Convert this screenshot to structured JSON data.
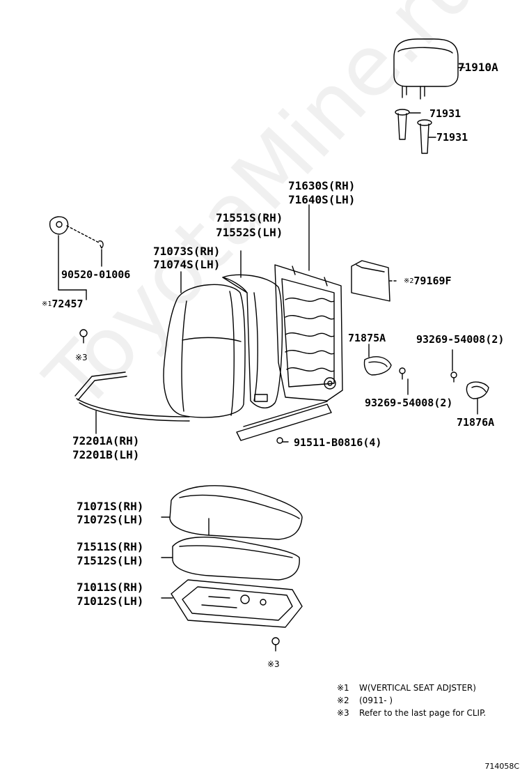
{
  "watermark": "ToyotaMine.ru",
  "part_labels": {
    "headrest": "71910A",
    "headrest_support_1": "71931",
    "headrest_support_2": "71931",
    "frame_rh": "71630S(RH)",
    "frame_lh": "71640S(LH)",
    "back_pad_rh": "71551S(RH)",
    "back_pad_lh": "71552S(LH)",
    "back_cover_rh": "71073S(RH)",
    "back_cover_lh": "71074S(LH)",
    "knob_bolt": "90520-01006",
    "knob": "72457",
    "board": "79169F",
    "shield_rh": "71875A",
    "screw_top": "93269-54008(2)",
    "screw_mid": "93269-54008(2)",
    "shield_lh": "71876A",
    "wire_rh": "72201A(RH)",
    "wire_lh": "72201B(LH)",
    "bolt": "91511-B0816(4)",
    "cushion_cover_rh": "71071S(RH)",
    "cushion_cover_lh": "71072S(LH)",
    "cushion_pad_rh": "71511S(RH)",
    "cushion_pad_lh": "71512S(LH)",
    "cushion_frame_rh": "71011S(RH)",
    "cushion_frame_lh": "71012S(LH)"
  },
  "ref_marks": {
    "m1": "※1",
    "m2": "※2",
    "m3a": "※3",
    "m3b": "※3"
  },
  "notes": [
    {
      "mark": "※1",
      "text": "W(VERTICAL SEAT ADJSTER)"
    },
    {
      "mark": "※2",
      "text": "(0911-      )"
    },
    {
      "mark": "※3",
      "text": "Refer to the last page for CLIP."
    }
  ],
  "figure_code": "714058C"
}
